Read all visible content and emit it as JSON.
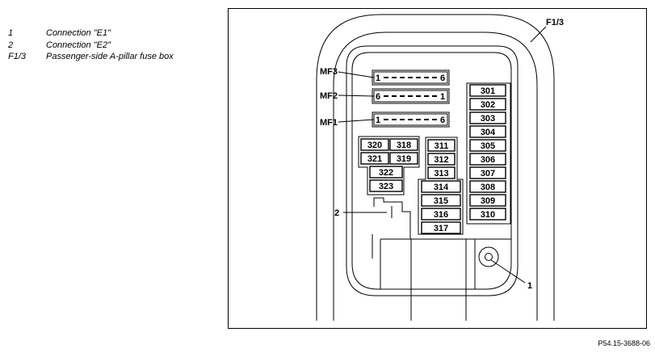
{
  "legend": [
    {
      "key": "1",
      "text": "Connection \"E1\""
    },
    {
      "key": "2",
      "text": "Connection \"E2\""
    },
    {
      "key": "F1/3",
      "text": "Passenger-side A-pillar fuse box"
    }
  ],
  "callouts": {
    "f13": "F1/3",
    "mf3": "MF3",
    "mf2": "MF2",
    "mf1": "MF1",
    "c2": "2",
    "c1": "1"
  },
  "multifuses": {
    "mf3": {
      "left": "1",
      "right": "6"
    },
    "mf2": {
      "left": "6",
      "right": "1"
    },
    "mf1": {
      "left": "1",
      "right": "6"
    }
  },
  "fuses": {
    "right_column": [
      "301",
      "302",
      "303",
      "304",
      "305",
      "306",
      "307",
      "308",
      "309",
      "310"
    ],
    "middle_column": [
      "311",
      "312",
      "313",
      "314",
      "315",
      "316",
      "317"
    ],
    "left_block": {
      "row1": [
        "320",
        "318"
      ],
      "row2": [
        "321",
        "319"
      ],
      "single": [
        "322",
        "323"
      ]
    }
  },
  "reference": "P54.15-3688-06"
}
